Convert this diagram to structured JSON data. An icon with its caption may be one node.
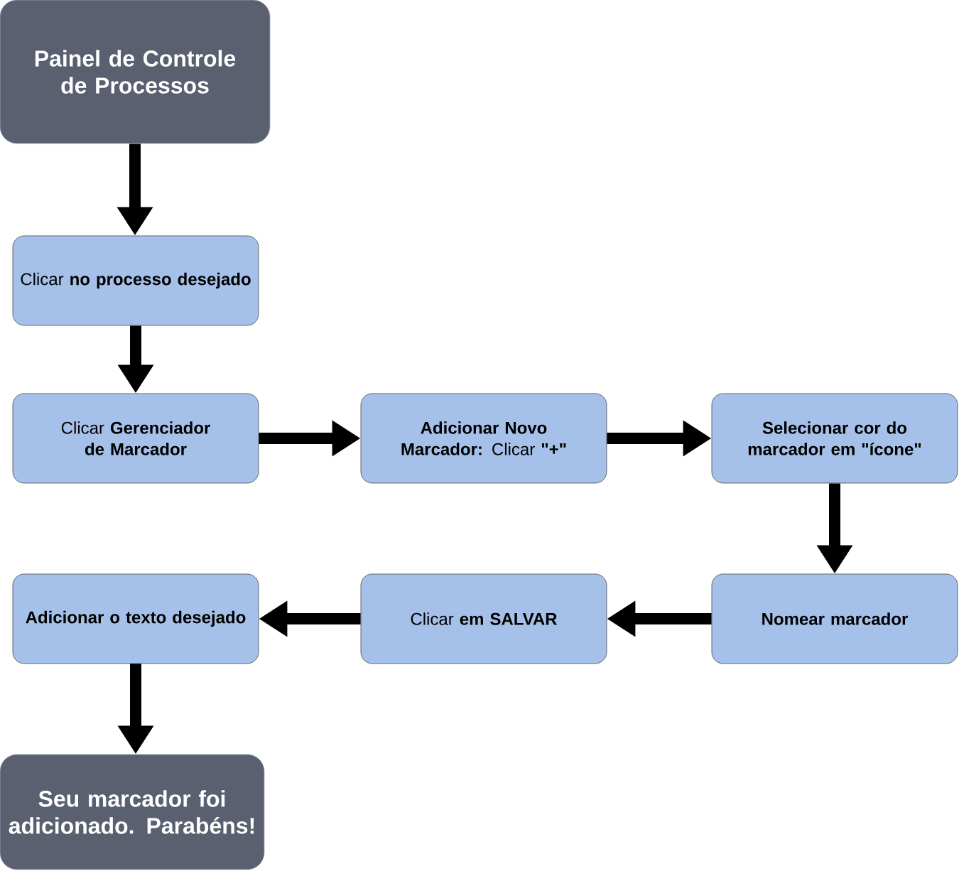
{
  "diagram": {
    "nodes": [
      {
        "text": [
          "Painel de Controle de Processos"
        ]
      },
      {
        "text": [
          "Clicar **no processo desejado**"
        ]
      },
      {
        "text": [
          "Clicar **Gerenciador de Marcador**"
        ]
      },
      {
        "text": [
          "**Adicionar Novo Marcador:** Clicar **\"+\"**"
        ]
      },
      {
        "text": [
          "Selecionar cor do marcador em \"ícone\""
        ]
      },
      {
        "text": [
          "Nomear marcador"
        ]
      },
      {
        "text": [
          "Clicar **em SALVAR**"
        ]
      },
      {
        "text": [
          "Adicionar o texto desejado"
        ]
      },
      {
        "text": [
          "Seu marcador foi adicionado. Parabéns!"
        ]
      }
    ],
    "edges": [
      {
        "from": 0,
        "to": 1,
        "arrow": "to"
      },
      {
        "from": 1,
        "to": 2,
        "arrow": "to"
      },
      {
        "from": 2,
        "to": 3,
        "arrow": "to"
      },
      {
        "from": 3,
        "to": 4,
        "arrow": "to"
      },
      {
        "from": 4,
        "to": 5,
        "arrow": "to"
      },
      {
        "from": 5,
        "to": 6,
        "arrow": "to"
      },
      {
        "from": 6,
        "to": 7,
        "arrow": "to"
      },
      {
        "from": 7,
        "to": 8,
        "arrow": "to"
      }
    ]
  }
}
